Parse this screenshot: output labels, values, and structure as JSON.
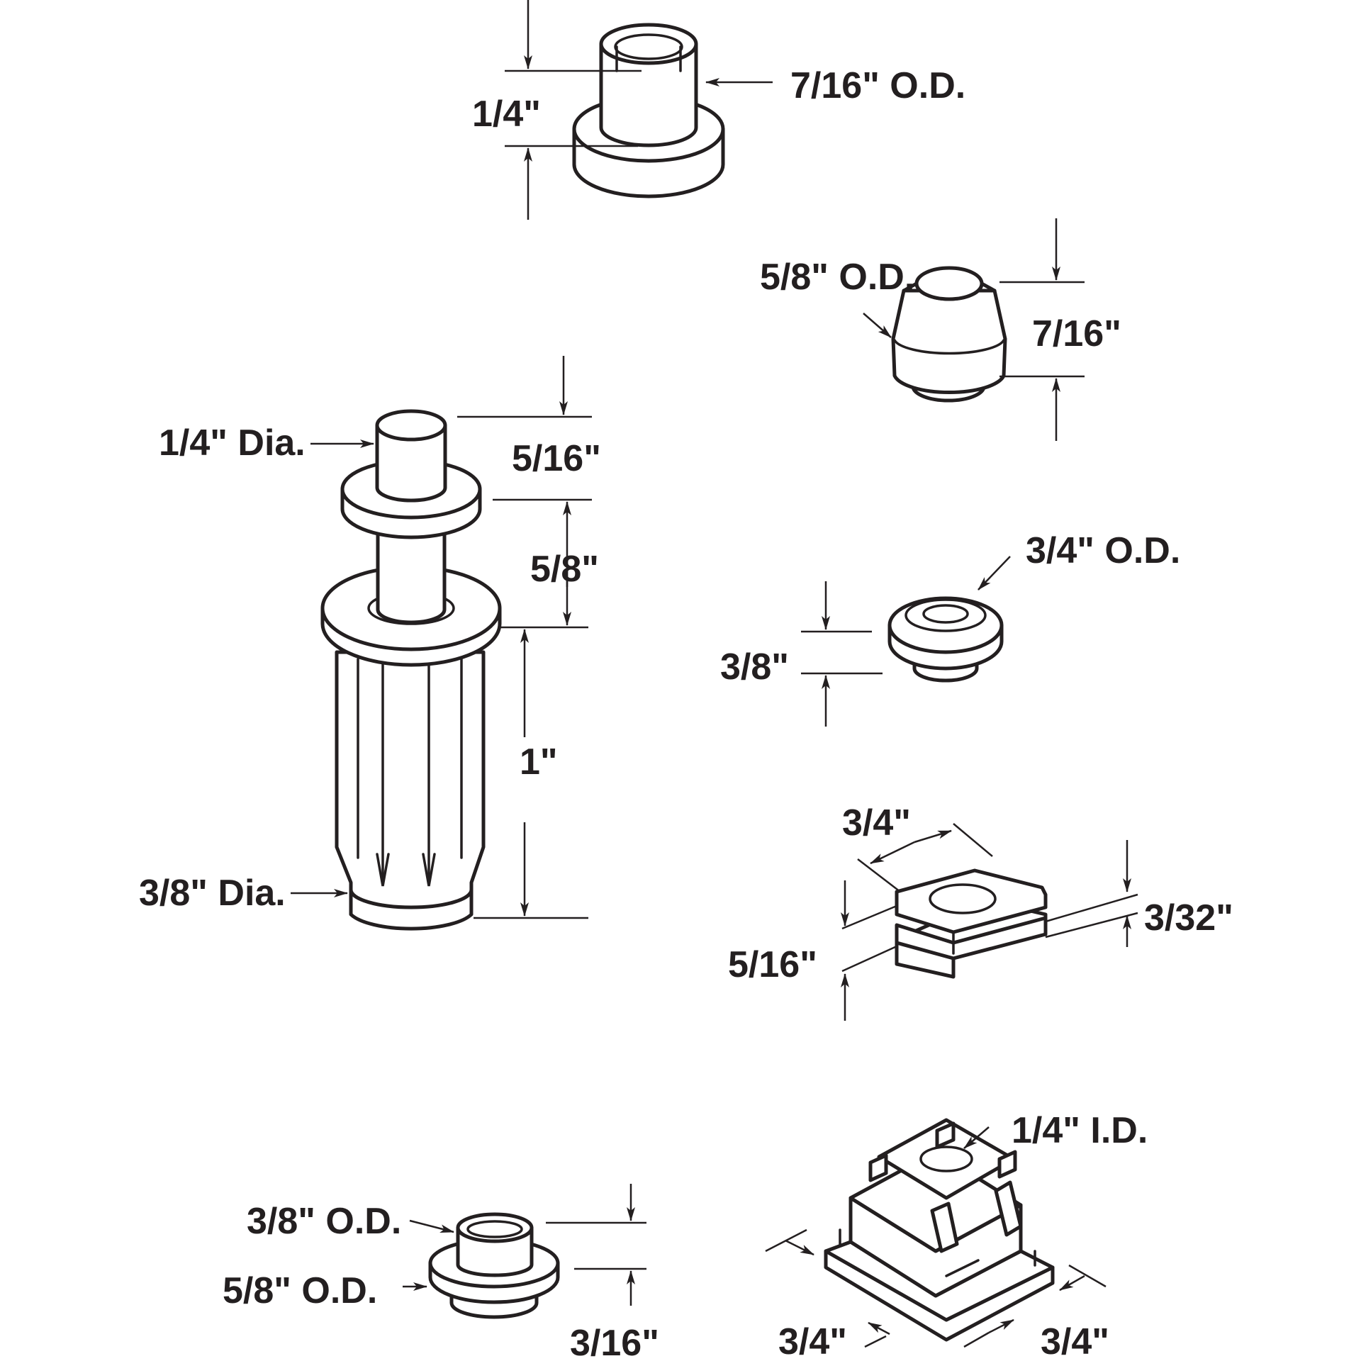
{
  "parts": {
    "flanged_bushing_top": {
      "height": "1/4\"",
      "diameter": "7/16\" O.D."
    },
    "barrel_roller": {
      "diameter": "5/8\" O.D.",
      "height": "7/16\""
    },
    "stepped_pin": {
      "tip_diameter": "1/4\" Dia.",
      "tip_height": "5/16\"",
      "neck_height": "5/8\"",
      "shank_length": "1\"",
      "shank_diameter": "3/8\" Dia."
    },
    "flat_roller": {
      "diameter": "3/4\" O.D.",
      "height": "3/8\""
    },
    "slotted_nut_plate": {
      "width": "3/4\"",
      "height": "5/16\"",
      "slot": "3/32\""
    },
    "small_bushing": {
      "top_diameter": "3/8\" O.D.",
      "base_diameter": "5/8\" O.D.",
      "height": "3/16\""
    },
    "bracket_block": {
      "inner_diameter": "1/4\" I.D.",
      "width": "3/4\"",
      "depth": "3/4\""
    }
  }
}
